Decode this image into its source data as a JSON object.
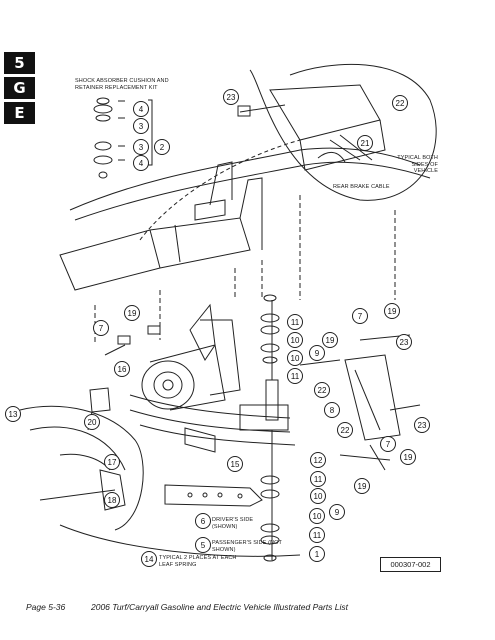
{
  "section_tabs": [
    "5",
    "G",
    "E"
  ],
  "labels": {
    "kit": "SHOCK ABSORBER CUSHION AND RETAINER REPLACEMENT KIT",
    "typical_both": "TYPICAL BOTH SIDES OF VEHICLE",
    "rear_brake": "REAR BRAKE CABLE",
    "drivers": "DRIVER'S SIDE (SHOWN)",
    "passengers": "PASSENGER'S SIDE (NOT SHOWN)",
    "typical_leaf": "TYPICAL 2 PLACES AT EACH LEAF SPRING"
  },
  "callouts": [
    "1",
    "2",
    "3",
    "4",
    "5",
    "6",
    "7",
    "8",
    "9",
    "10",
    "11",
    "12",
    "13",
    "14",
    "15",
    "16",
    "17",
    "18",
    "19",
    "20",
    "21",
    "22",
    "23"
  ],
  "figure_code": "000307-002",
  "footer": {
    "page": "Page 5-36",
    "title": "2006 Turf/Carryall Gasoline and Electric Vehicle Illustrated Parts List"
  }
}
